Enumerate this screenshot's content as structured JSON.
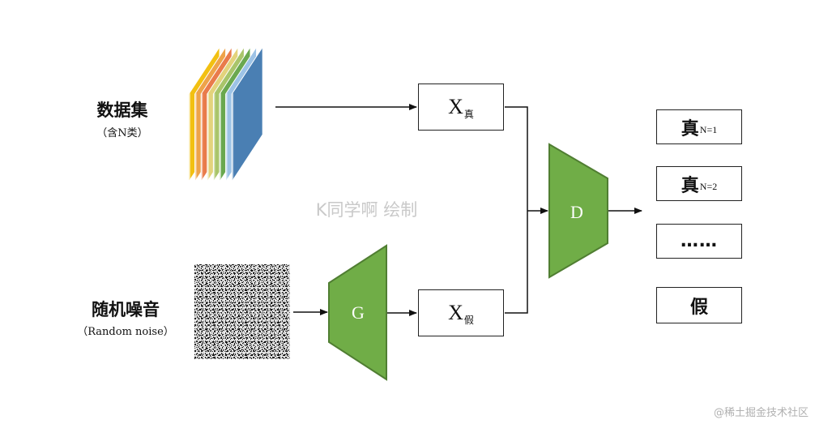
{
  "inputs": {
    "dataset": {
      "title": "数据集",
      "subtitle": "（含N类）"
    },
    "noise": {
      "title": "随机噪音",
      "subtitle": "（Random noise）"
    }
  },
  "generator": {
    "label": "G"
  },
  "discriminator": {
    "label": "D"
  },
  "x_real": {
    "main": "X",
    "sub": "真"
  },
  "x_fake": {
    "main": "X",
    "sub": "假"
  },
  "outputs": [
    {
      "main": "真",
      "sub": "N=1"
    },
    {
      "main": "真",
      "sub": "N=2"
    },
    {
      "main": "……",
      "sub": ""
    },
    {
      "main": "假",
      "sub": ""
    }
  ],
  "watermark": "K同学啊 绘制",
  "footer": "@稀土掘金技术社区",
  "colors": {
    "network_fill": "#70ad47",
    "network_stroke": "#507e32",
    "layers": [
      "#f2c012",
      "#eea34a",
      "#e97b4b",
      "#e3d37c",
      "#a9c56a",
      "#6aa84f",
      "#9dc3e6",
      "#4a7fb3"
    ]
  }
}
